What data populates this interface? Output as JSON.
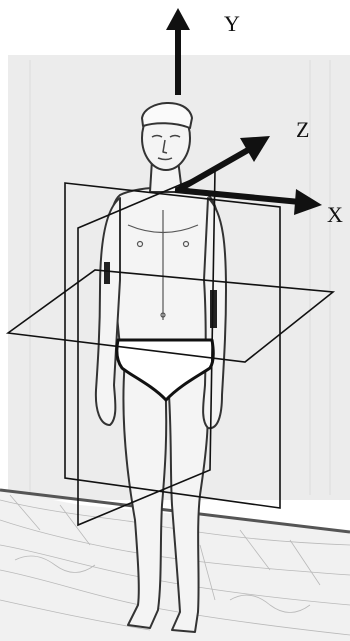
{
  "axes": {
    "y_label": "Y",
    "z_label": "Z",
    "x_label": "X"
  },
  "colors": {
    "background": "#ffffff",
    "wall": "#ececec",
    "floor": "#f1f1f1",
    "lines": "#111111",
    "skin": "#f4f4f4",
    "outline": "#333333"
  }
}
